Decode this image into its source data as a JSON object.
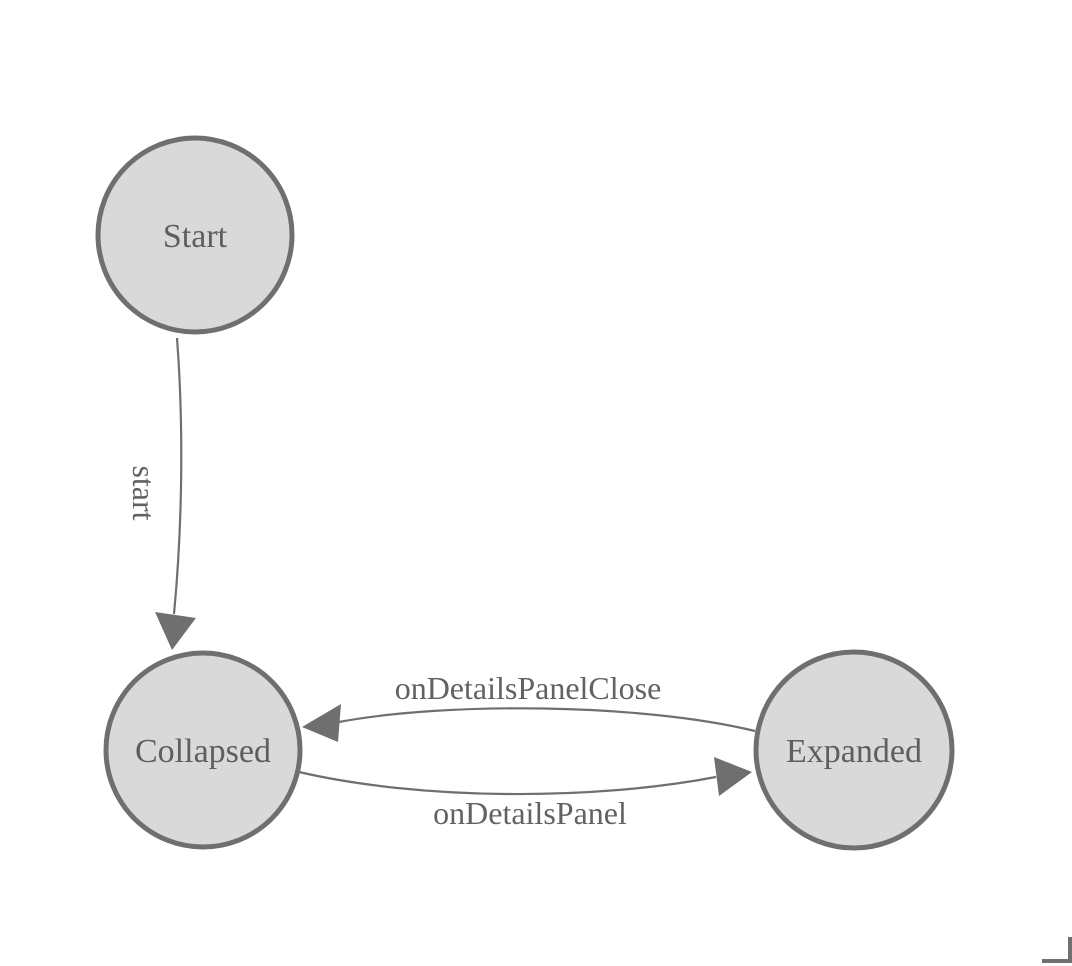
{
  "diagram": {
    "type": "finite-state-machine",
    "background": "#ffffff",
    "states": [
      {
        "id": "start",
        "label": "Start"
      },
      {
        "id": "collapsed",
        "label": "Collapsed"
      },
      {
        "id": "expanded",
        "label": "Expanded"
      }
    ],
    "transitions": [
      {
        "from": "Start",
        "to": "Collapsed",
        "label": "start"
      },
      {
        "from": "Expanded",
        "to": "Collapsed",
        "label": "onDetailsPanelClose"
      },
      {
        "from": "Collapsed",
        "to": "Expanded",
        "label": "onDetailsPanel"
      }
    ]
  },
  "colors": {
    "state_fill": "#d9d9d9",
    "state_stroke": "#6f6f6f",
    "state_text": "#5d5e60",
    "edge_stroke": "#6f6f6f",
    "arrowhead_fill": "#6f6f6f",
    "edge_label_text": "#616264",
    "corner_mark": "#707070"
  }
}
